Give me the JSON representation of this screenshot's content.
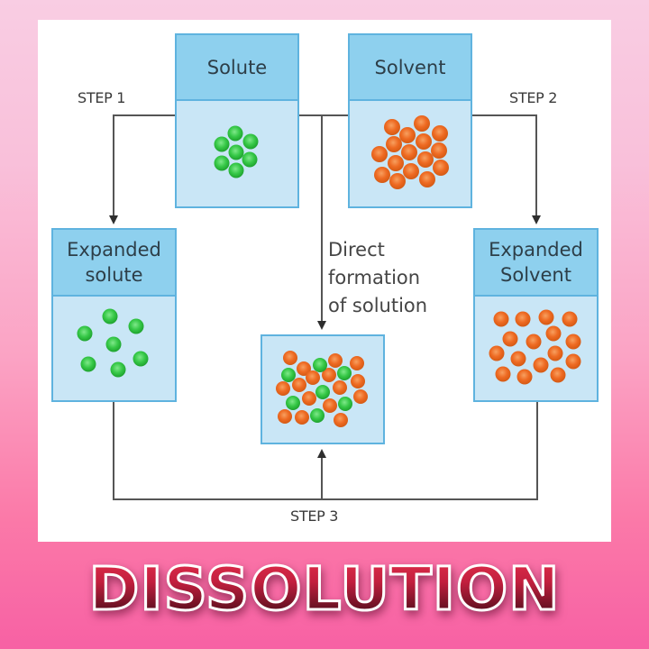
{
  "title": "DISSOLUTION",
  "colors": {
    "background_top": "#f9cde3",
    "background_bottom": "#f761a4",
    "box_border": "#5fb3df",
    "box_header": "#8ed0ee",
    "box_body": "#c9e6f6",
    "solute_particle": "#33cc44",
    "solvent_particle": "#ee6a22",
    "arrow": "#444444",
    "title_gradient_top": "#e8324e",
    "title_gradient_bottom": "#120306"
  },
  "boxes": {
    "solute": {
      "label": "Solute"
    },
    "solvent": {
      "label": "Solvent"
    },
    "expanded_solute": {
      "label_line1": "Expanded",
      "label_line2": "solute"
    },
    "expanded_solvent": {
      "label_line1": "Expanded",
      "label_line2": "Solvent"
    },
    "solution": {
      "label": ""
    }
  },
  "steps": {
    "step1": "STEP 1",
    "step2": "STEP 2",
    "step3": "STEP 3"
  },
  "direct_path": {
    "line1": "Direct",
    "line2": "formation",
    "line3": "of solution"
  },
  "particles": {
    "solute_cluster_count": 7,
    "solvent_cluster_count": 16,
    "expanded_solute_count": 7,
    "expanded_solvent_count": 17,
    "solution_green_count": 8,
    "solution_orange_count": 18
  }
}
